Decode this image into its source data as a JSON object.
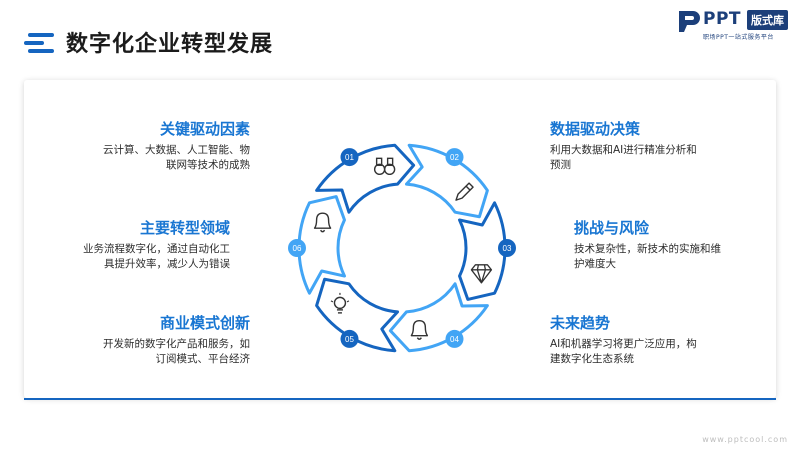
{
  "page": {
    "title": "数字化企业转型发展",
    "watermark": "www.pptcool.com"
  },
  "logo": {
    "ppt": "PPT",
    "box": "版式库",
    "sub": "职场PPT一站式服务平台"
  },
  "colors": {
    "accent": "#1976d2",
    "dark_blue": "#1565c0",
    "light_blue": "#42a5f5",
    "title": "#1b1b1b"
  },
  "cycle": {
    "segments": [
      {
        "num": "01",
        "icon": "binoculars-icon",
        "color": "#1565c0"
      },
      {
        "num": "02",
        "icon": "pencil-icon",
        "color": "#42a5f5"
      },
      {
        "num": "03",
        "icon": "diamond-icon",
        "color": "#1565c0"
      },
      {
        "num": "04",
        "icon": "bell-icon",
        "color": "#42a5f5"
      },
      {
        "num": "05",
        "icon": "lightbulb-icon",
        "color": "#1565c0"
      },
      {
        "num": "06",
        "icon": "bell-icon",
        "color": "#42a5f5"
      }
    ]
  },
  "items": {
    "key_drivers": {
      "title": "关键驱动因素",
      "desc_line1": "云计算、大数据、人工智能、物",
      "desc_line2": "联网等技术的成熟"
    },
    "main_areas": {
      "title": "主要转型领域",
      "desc_line1": "业务流程数字化，通过自动化工",
      "desc_line2": "具提升效率，减少人为错误"
    },
    "business_model": {
      "title": "商业模式创新",
      "desc_line1": "开发新的数字化产品和服务，如",
      "desc_line2": "订阅模式、平台经济"
    },
    "data_driven": {
      "title": "数据驱动决策",
      "desc_line1": "利用大数据和AI进行精准分析和",
      "desc_line2": "预测"
    },
    "challenges": {
      "title": "挑战与风险",
      "desc_line1": "技术复杂性，新技术的实施和维",
      "desc_line2": "护难度大"
    },
    "future": {
      "title": "未来趋势",
      "desc_line1": "AI和机器学习将更广泛应用，构",
      "desc_line2": "建数字化生态系统"
    }
  }
}
